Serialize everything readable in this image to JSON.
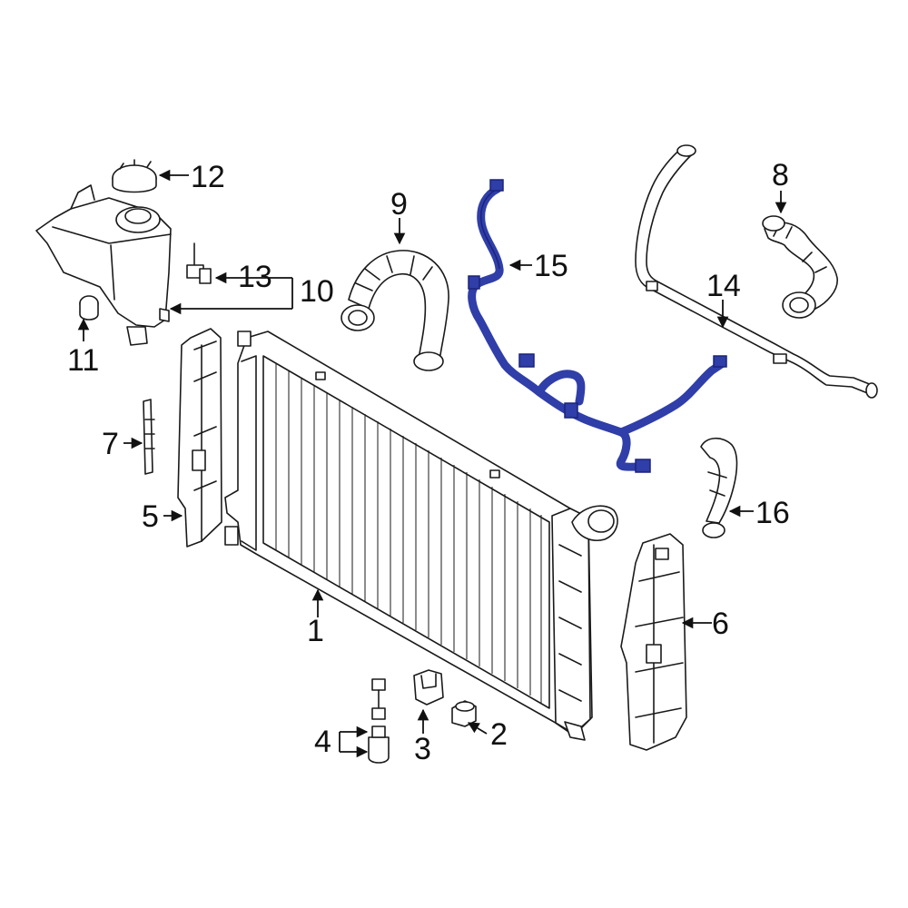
{
  "colors": {
    "line": "#1a1a1a",
    "highlight_fill": "#2f3ea8",
    "highlight_stroke": "#1b237a",
    "background": "#ffffff"
  },
  "callouts": [
    {
      "id": "1",
      "label": "1",
      "part": "radiator"
    },
    {
      "id": "2",
      "label": "2",
      "part": "mount-bushing"
    },
    {
      "id": "3",
      "label": "3",
      "part": "mount-bracket"
    },
    {
      "id": "4",
      "label": "4",
      "part": "drain-plug"
    },
    {
      "id": "5",
      "label": "5",
      "part": "left-air-deflector"
    },
    {
      "id": "6",
      "label": "6",
      "part": "right-air-deflector"
    },
    {
      "id": "7",
      "label": "7",
      "part": "seal-bracket"
    },
    {
      "id": "8",
      "label": "8",
      "part": "upper-hose"
    },
    {
      "id": "9",
      "label": "9",
      "part": "lower-hose"
    },
    {
      "id": "10",
      "label": "10",
      "part": "expansion-tank-assembly"
    },
    {
      "id": "11",
      "label": "11",
      "part": "tank-mount-grommet"
    },
    {
      "id": "12",
      "label": "12",
      "part": "tank-cap"
    },
    {
      "id": "13",
      "label": "13",
      "part": "level-sensor"
    },
    {
      "id": "14",
      "label": "14",
      "part": "overflow-hose"
    },
    {
      "id": "15",
      "label": "15",
      "part": "coolant-hose-highlighted"
    },
    {
      "id": "16",
      "label": "16",
      "part": "bypass-hose"
    }
  ]
}
